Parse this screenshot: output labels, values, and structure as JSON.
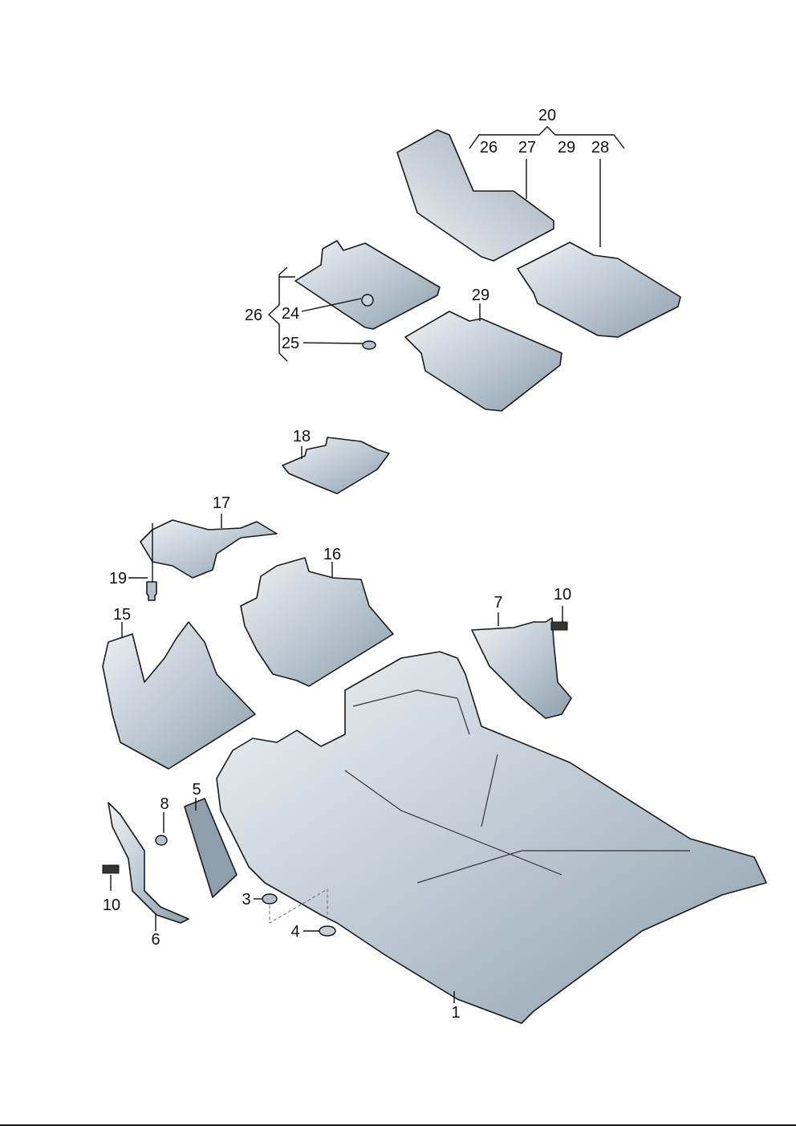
{
  "diagram": {
    "labels": {
      "l20": "20",
      "l26a": "26",
      "l27": "27",
      "l29a": "29",
      "l28": "28",
      "l29b": "29",
      "l26b": "26",
      "l24": "24",
      "l25": "25",
      "l18": "18",
      "l17": "17",
      "l19": "19",
      "l16": "16",
      "l15": "15",
      "l7": "7",
      "l10a": "10",
      "l8": "8",
      "l5": "5",
      "l10b": "10",
      "l6": "6",
      "l3": "3",
      "l4": "4",
      "l1": "1"
    },
    "colors": {
      "part_light": "#dbe3ea",
      "part_dark": "#8e9eab",
      "outline": "#1a1a1a"
    }
  }
}
